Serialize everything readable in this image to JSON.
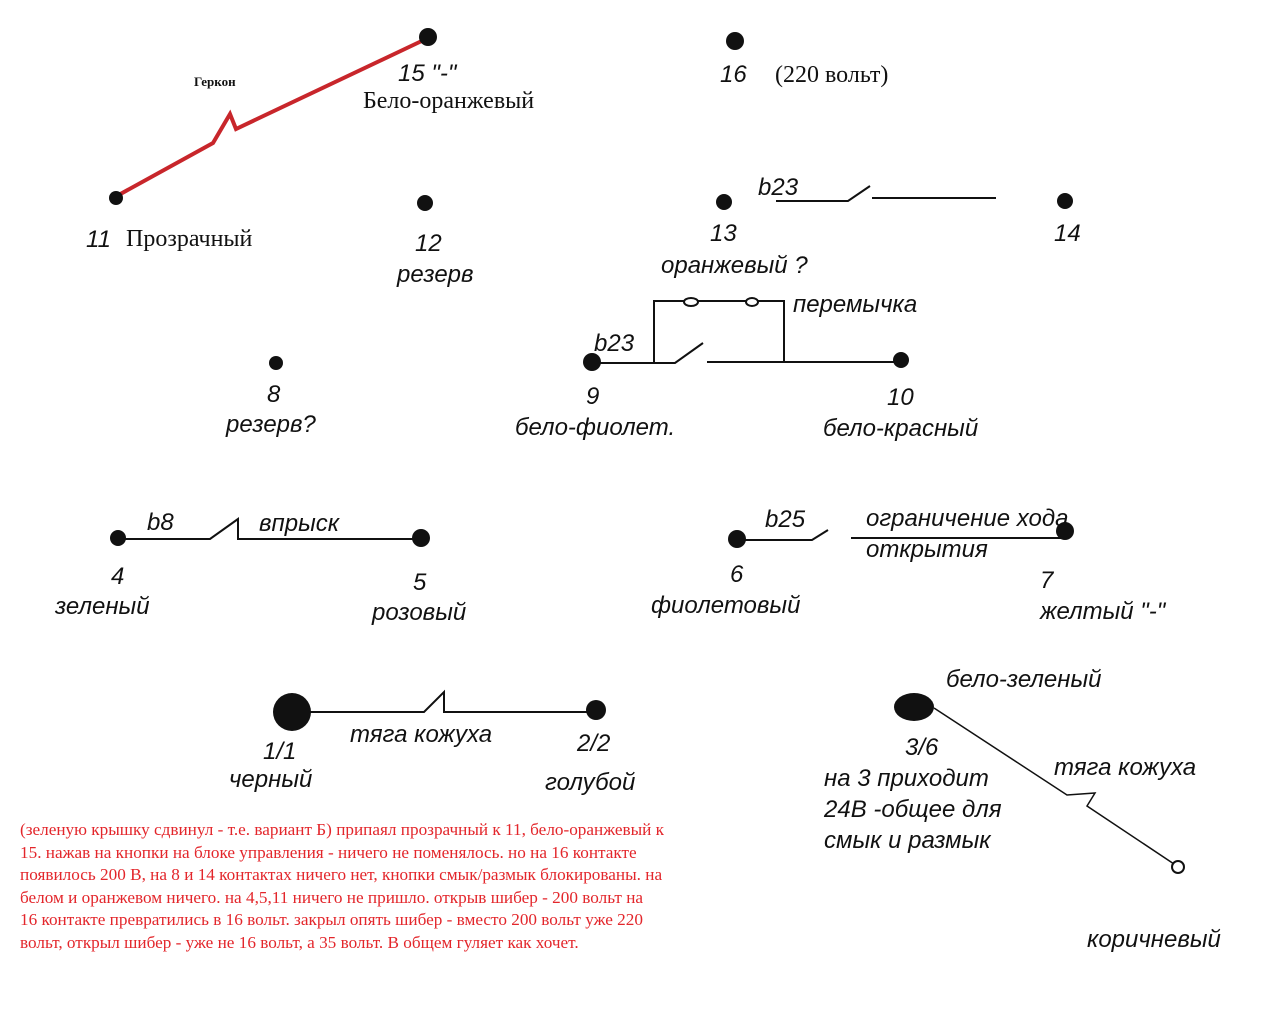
{
  "colors": {
    "reed_wire": "#c8262b",
    "note_text": "#e3262b",
    "ink": "#111111"
  },
  "reed_switch_label": "Геркон",
  "contacts": [
    {
      "id": "11",
      "number": "11",
      "wire": "Прозрачный"
    },
    {
      "id": "15",
      "number": "15 \"-\"",
      "wire": "Бело-оранжевый"
    },
    {
      "id": "16",
      "number": "16",
      "wire": "(220 вольт)"
    },
    {
      "id": "12",
      "number": "12",
      "wire": "резерв"
    },
    {
      "id": "13",
      "number": "13",
      "wire": "оранжевый ?"
    },
    {
      "id": "14",
      "number": "14",
      "wire": ""
    },
    {
      "id": "8",
      "number": "8",
      "wire": "резерв?"
    },
    {
      "id": "9",
      "number": "9",
      "wire": "бело-фиолет."
    },
    {
      "id": "10",
      "number": "10",
      "wire": "бело-красный"
    },
    {
      "id": "4",
      "number": "4",
      "wire": "зеленый"
    },
    {
      "id": "5",
      "number": "5",
      "wire": "розовый"
    },
    {
      "id": "6",
      "number": "6",
      "wire": "фиолетовый"
    },
    {
      "id": "7",
      "number": "7",
      "wire": "желтый \"-\""
    },
    {
      "id": "1",
      "number": "1/1",
      "wire": "черный"
    },
    {
      "id": "2",
      "number": "2/2",
      "wire": "голубой"
    },
    {
      "id": "3",
      "number": "3/6",
      "wire": "бело-зеленый"
    },
    {
      "id": "brown",
      "number": "",
      "wire": "коричневый"
    }
  ],
  "switches": {
    "b23_top": "b23",
    "b23_mid": "b23",
    "jumper": "перемычка",
    "b8": "b8",
    "b8_desc": "впрыск",
    "b25": "b25",
    "b25_desc_line1": "ограничение хода",
    "b25_desc_line2": "открытия",
    "cover_pull_1": "тяга кожуха",
    "cover_pull_2": "тяга кожуха"
  },
  "contact3_note": [
    "на 3 приходит",
    "24В -общее для",
    "смык и размык"
  ],
  "note_lines": [
    "(зеленую крышку сдвинул - т.е. вариант Б) припаял прозрачный к 11, бело-оранжевый к",
    "15. нажав на кнопки на блоке управления - ничего не поменялось. но на 16 контакте",
    "появилось 200 В, на 8 и 14 контактах ничего нет, кнопки смык/размык блокированы. на",
    "белом и оранжевом ничего. на 4,5,11 ничего не пришло. открыв шибер - 200 вольт на",
    "16 контакте превратились в 16 вольт. закрыл опять шибер - вместо 200 вольт уже 220",
    "вольт, открыл шибер - уже не 16 вольт, а 35 вольт. В общем гуляет как хочет."
  ]
}
